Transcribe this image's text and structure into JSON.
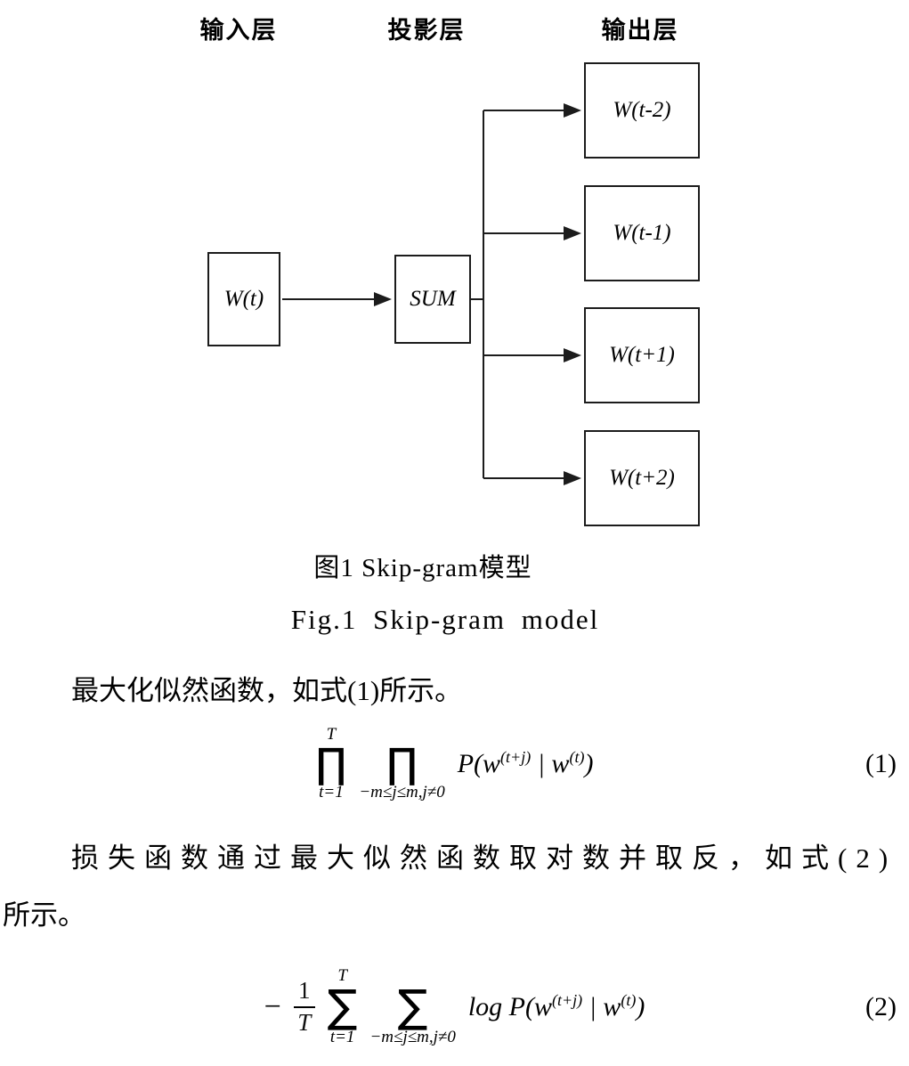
{
  "diagram": {
    "headers": [
      {
        "label": "输入层"
      },
      {
        "label": "投影层"
      },
      {
        "label": "输出层"
      }
    ],
    "input_box": "W(t)",
    "sum_box": "SUM",
    "output_boxes": [
      "W(t-2)",
      "W(t-1)",
      "W(t+1)",
      "W(t+2)"
    ]
  },
  "captions": {
    "zh": "图1 Skip-gram模型",
    "en": "Fig.1 Skip-gram model"
  },
  "paragraphs": {
    "p1": "最大化似然函数，如式(1)所示。",
    "p2_line1": "损失函数通过最大似然函数取对数并取反，如式(2)",
    "p2_line2": "所示。"
  },
  "eq1": {
    "prod": "∏",
    "prod1_upper": "T",
    "prod1_lower": "t=1",
    "prod2_lower": "−m≤j≤m,j≠0",
    "expr_head": "P(w",
    "sup1": "(t+j)",
    "mid": " | w",
    "sup2": "(t)",
    "close": ")",
    "number": "(1)"
  },
  "eq2": {
    "minus": "−",
    "frac_num": "1",
    "frac_den": "T",
    "sum": "∑",
    "sum1_upper": "T",
    "sum1_lower": "t=1",
    "sum2_lower": "−m≤j≤m,j≠0",
    "expr_head": "log P(w",
    "sup1": "(t+j)",
    "mid": " | w",
    "sup2": "(t)",
    "close": ")",
    "number": "(2)"
  }
}
